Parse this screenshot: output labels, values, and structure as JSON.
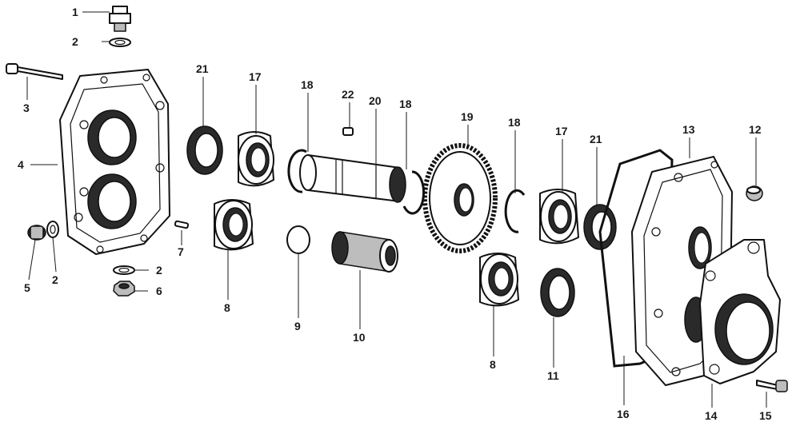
{
  "callouts": {
    "c1": "1",
    "c2a": "2",
    "c2b": "2",
    "c2c": "2",
    "c3": "3",
    "c4": "4",
    "c5": "5",
    "c6": "6",
    "c7": "7",
    "c8a": "8",
    "c8b": "8",
    "c9": "9",
    "c10": "10",
    "c11": "11",
    "c12": "12",
    "c13": "13",
    "c14": "14",
    "c15": "15",
    "c16": "16",
    "c17a": "17",
    "c17b": "17",
    "c18a": "18",
    "c18b": "18",
    "c18c": "18",
    "c19": "19",
    "c20": "20",
    "c21a": "21",
    "c21b": "21",
    "c22": "22"
  }
}
